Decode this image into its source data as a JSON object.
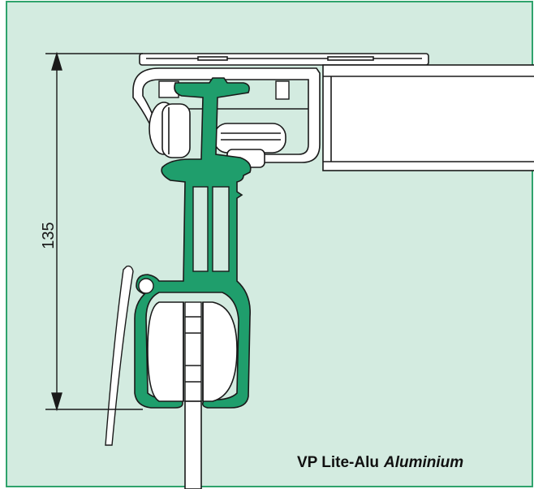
{
  "colors": {
    "panel_background": "#d3ebe0",
    "panel_border": "#2fa36c",
    "profile_green": "#1f9e6c",
    "line": "#1a1a1a",
    "white": "#ffffff"
  },
  "dimension": {
    "value": "135"
  },
  "caption": {
    "product": "VP Lite-Alu",
    "material": "Aluminium"
  }
}
